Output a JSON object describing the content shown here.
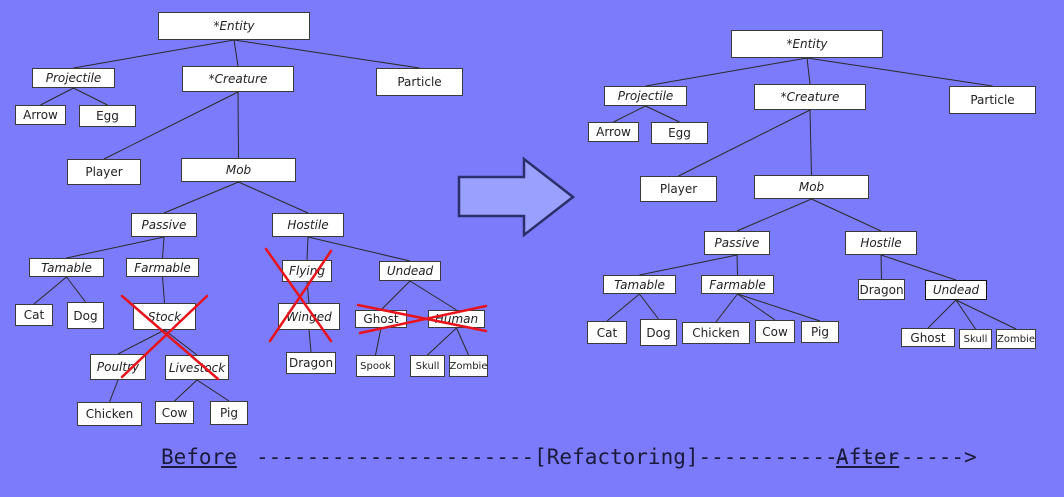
{
  "diagram": {
    "before": {
      "nodes": [
        {
          "id": "b-entity",
          "label": "*Entity",
          "italic": true
        },
        {
          "id": "b-projectile",
          "label": "Projectile",
          "italic": true
        },
        {
          "id": "b-creature",
          "label": "*Creature",
          "italic": true
        },
        {
          "id": "b-particle",
          "label": "Particle"
        },
        {
          "id": "b-arrow",
          "label": "Arrow"
        },
        {
          "id": "b-egg",
          "label": "Egg"
        },
        {
          "id": "b-player",
          "label": "Player"
        },
        {
          "id": "b-mob",
          "label": "Mob",
          "italic": true
        },
        {
          "id": "b-passive",
          "label": "Passive",
          "italic": true
        },
        {
          "id": "b-hostile",
          "label": "Hostile",
          "italic": true
        },
        {
          "id": "b-tamable",
          "label": "Tamable",
          "italic": true
        },
        {
          "id": "b-farmable",
          "label": "Farmable",
          "italic": true
        },
        {
          "id": "b-flying",
          "label": "Flying",
          "italic": true,
          "crossed": true
        },
        {
          "id": "b-undead",
          "label": "Undead",
          "italic": true
        },
        {
          "id": "b-cat",
          "label": "Cat"
        },
        {
          "id": "b-dog",
          "label": "Dog"
        },
        {
          "id": "b-stock",
          "label": "Stock",
          "italic": true,
          "crossed": true
        },
        {
          "id": "b-winged",
          "label": "Winged",
          "italic": true,
          "crossed": true
        },
        {
          "id": "b-ghost",
          "label": "Ghost",
          "crossed": true
        },
        {
          "id": "b-human",
          "label": "Human",
          "italic": true,
          "crossed": true
        },
        {
          "id": "b-poultry",
          "label": "Poultry",
          "italic": true
        },
        {
          "id": "b-livestock",
          "label": "Livestock",
          "italic": true
        },
        {
          "id": "b-dragon",
          "label": "Dragon"
        },
        {
          "id": "b-spook",
          "label": "Spook"
        },
        {
          "id": "b-skull",
          "label": "Skull"
        },
        {
          "id": "b-zombie",
          "label": "Zombie"
        },
        {
          "id": "b-chicken",
          "label": "Chicken"
        },
        {
          "id": "b-cow",
          "label": "Cow"
        },
        {
          "id": "b-pig",
          "label": "Pig"
        }
      ],
      "edges": [
        [
          "b-entity",
          "b-projectile"
        ],
        [
          "b-entity",
          "b-creature"
        ],
        [
          "b-entity",
          "b-particle"
        ],
        [
          "b-projectile",
          "b-arrow"
        ],
        [
          "b-projectile",
          "b-egg"
        ],
        [
          "b-creature",
          "b-player"
        ],
        [
          "b-creature",
          "b-mob"
        ],
        [
          "b-mob",
          "b-passive"
        ],
        [
          "b-mob",
          "b-hostile"
        ],
        [
          "b-passive",
          "b-tamable"
        ],
        [
          "b-passive",
          "b-farmable"
        ],
        [
          "b-hostile",
          "b-flying"
        ],
        [
          "b-hostile",
          "b-undead"
        ],
        [
          "b-tamable",
          "b-cat"
        ],
        [
          "b-tamable",
          "b-dog"
        ],
        [
          "b-farmable",
          "b-stock"
        ],
        [
          "b-flying",
          "b-winged"
        ],
        [
          "b-undead",
          "b-ghost"
        ],
        [
          "b-undead",
          "b-human"
        ],
        [
          "b-stock",
          "b-poultry"
        ],
        [
          "b-stock",
          "b-livestock"
        ],
        [
          "b-winged",
          "b-dragon"
        ],
        [
          "b-ghost",
          "b-spook"
        ],
        [
          "b-human",
          "b-skull"
        ],
        [
          "b-human",
          "b-zombie"
        ],
        [
          "b-poultry",
          "b-chicken"
        ],
        [
          "b-livestock",
          "b-cow"
        ],
        [
          "b-livestock",
          "b-pig"
        ]
      ]
    },
    "after": {
      "nodes": [
        {
          "id": "a-entity",
          "label": "*Entity",
          "italic": true
        },
        {
          "id": "a-projectile",
          "label": "Projectile",
          "italic": true
        },
        {
          "id": "a-creature",
          "label": "*Creature",
          "italic": true
        },
        {
          "id": "a-particle",
          "label": "Particle"
        },
        {
          "id": "a-arrow",
          "label": "Arrow"
        },
        {
          "id": "a-egg",
          "label": "Egg"
        },
        {
          "id": "a-player",
          "label": "Player"
        },
        {
          "id": "a-mob",
          "label": "Mob",
          "italic": true
        },
        {
          "id": "a-passive",
          "label": "Passive",
          "italic": true
        },
        {
          "id": "a-hostile",
          "label": "Hostile",
          "italic": true
        },
        {
          "id": "a-tamable",
          "label": "Tamable",
          "italic": true
        },
        {
          "id": "a-farmable",
          "label": "Farmable",
          "italic": true
        },
        {
          "id": "a-dragon",
          "label": "Dragon"
        },
        {
          "id": "a-undead",
          "label": "Undead",
          "italic": true
        },
        {
          "id": "a-cat",
          "label": "Cat"
        },
        {
          "id": "a-dog",
          "label": "Dog"
        },
        {
          "id": "a-chicken",
          "label": "Chicken"
        },
        {
          "id": "a-cow",
          "label": "Cow"
        },
        {
          "id": "a-pig",
          "label": "Pig"
        },
        {
          "id": "a-ghost",
          "label": "Ghost"
        },
        {
          "id": "a-skull",
          "label": "Skull"
        },
        {
          "id": "a-zombie",
          "label": "Zombie"
        }
      ],
      "edges": [
        [
          "a-entity",
          "a-projectile"
        ],
        [
          "a-entity",
          "a-creature"
        ],
        [
          "a-entity",
          "a-particle"
        ],
        [
          "a-projectile",
          "a-arrow"
        ],
        [
          "a-projectile",
          "a-egg"
        ],
        [
          "a-creature",
          "a-player"
        ],
        [
          "a-creature",
          "a-mob"
        ],
        [
          "a-mob",
          "a-passive"
        ],
        [
          "a-mob",
          "a-hostile"
        ],
        [
          "a-passive",
          "a-tamable"
        ],
        [
          "a-passive",
          "a-farmable"
        ],
        [
          "a-hostile",
          "a-dragon"
        ],
        [
          "a-hostile",
          "a-undead"
        ],
        [
          "a-tamable",
          "a-cat"
        ],
        [
          "a-tamable",
          "a-dog"
        ],
        [
          "a-farmable",
          "a-chicken"
        ],
        [
          "a-farmable",
          "a-cow"
        ],
        [
          "a-farmable",
          "a-pig"
        ],
        [
          "a-undead",
          "a-ghost"
        ],
        [
          "a-undead",
          "a-skull"
        ],
        [
          "a-undead",
          "a-zombie"
        ]
      ]
    }
  },
  "captions": {
    "before": "Before",
    "middle": "----------------------[Refactoring]--------------------->",
    "after": "After"
  },
  "colors": {
    "background": "#7b7bfb",
    "arrow_fill": "#9aa0fd",
    "arrow_stroke": "#2b2f6b",
    "cross": "#e8141c",
    "edge": "#2a2a2a"
  },
  "icons": {
    "arrow": "right-arrow-icon",
    "cross": "red-x-icon"
  }
}
